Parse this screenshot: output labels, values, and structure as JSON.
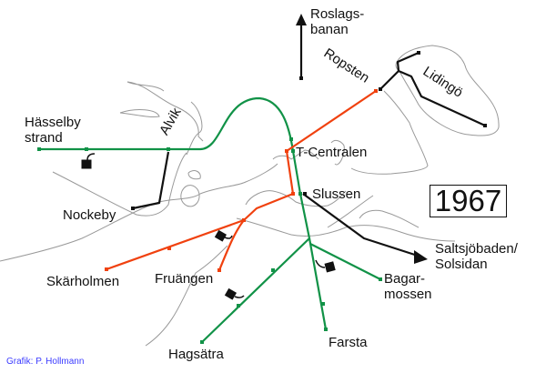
{
  "year": "1967",
  "credit": "Grafik: P. Hollmann",
  "colors": {
    "green_line": "#119247",
    "red_line": "#f0410f",
    "black_line": "#111111",
    "shore": "#999999"
  },
  "stations": {
    "hasselby": "Hässelby\nstrand",
    "alvik": "Alvik",
    "nockeby": "Nockeby",
    "tcentralen": "T-Centralen",
    "slussen": "Slussen",
    "ropsten": "Ropsten",
    "lidingo": "Lidingö",
    "roslagsbanan": "Roslags-\nbanan",
    "saltsjobaden": "Saltsjöbaden/\nSolsidan",
    "skarholmen": "Skärholmen",
    "fruangen": "Fruängen",
    "hagsatra": "Hagsätra",
    "farsta": "Farsta",
    "bagarmossen": "Bagar-\nmossen"
  }
}
